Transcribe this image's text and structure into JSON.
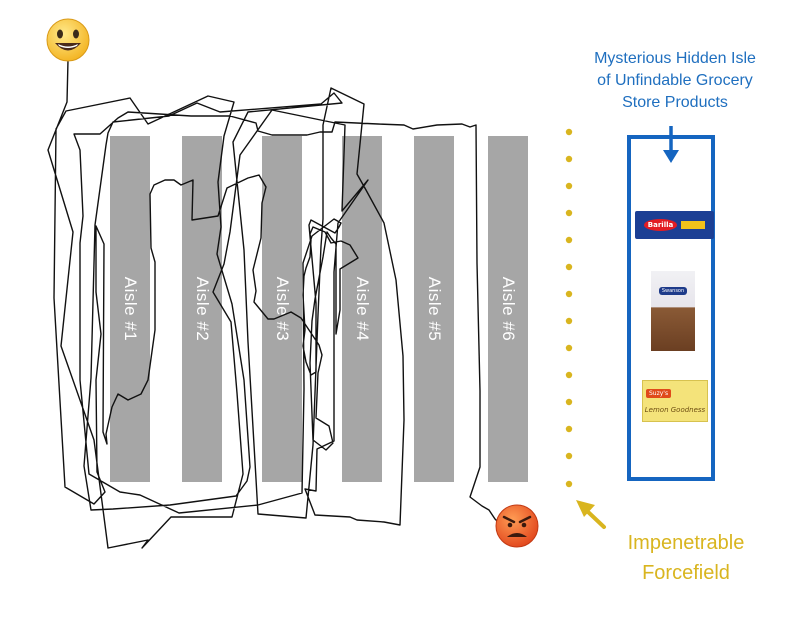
{
  "aisles": [
    {
      "label": "Aisle #1"
    },
    {
      "label": "Aisle #2"
    },
    {
      "label": "Aisle #3"
    },
    {
      "label": "Aisle #4"
    },
    {
      "label": "Aisle #5"
    },
    {
      "label": "Aisle #6"
    }
  ],
  "hidden_isle": {
    "title_lines": [
      "Mysterious Hidden Isle",
      "of Unfindable Grocery",
      "Store Products"
    ],
    "products": [
      {
        "icon": "pasta-box-icon",
        "brand": "Barilla"
      },
      {
        "icon": "broth-carton-icon",
        "brand": "Swanson"
      },
      {
        "icon": "cookie-package-icon",
        "brand": "Suzy's",
        "name": "Lemon Goodness"
      }
    ]
  },
  "forcefield": {
    "label_lines": [
      "Impenetrable",
      "Forcefield"
    ]
  },
  "faces": {
    "start": "smiling-face-icon",
    "end": "angry-face-icon"
  },
  "colors": {
    "aisle": "#a6a6a6",
    "aisle_text": "#ffffff",
    "hidden_isle_blue": "#1565c0",
    "hidden_title_blue": "#1f6fbf",
    "forcefield_yellow": "#d9b51f",
    "path": "#111111"
  }
}
